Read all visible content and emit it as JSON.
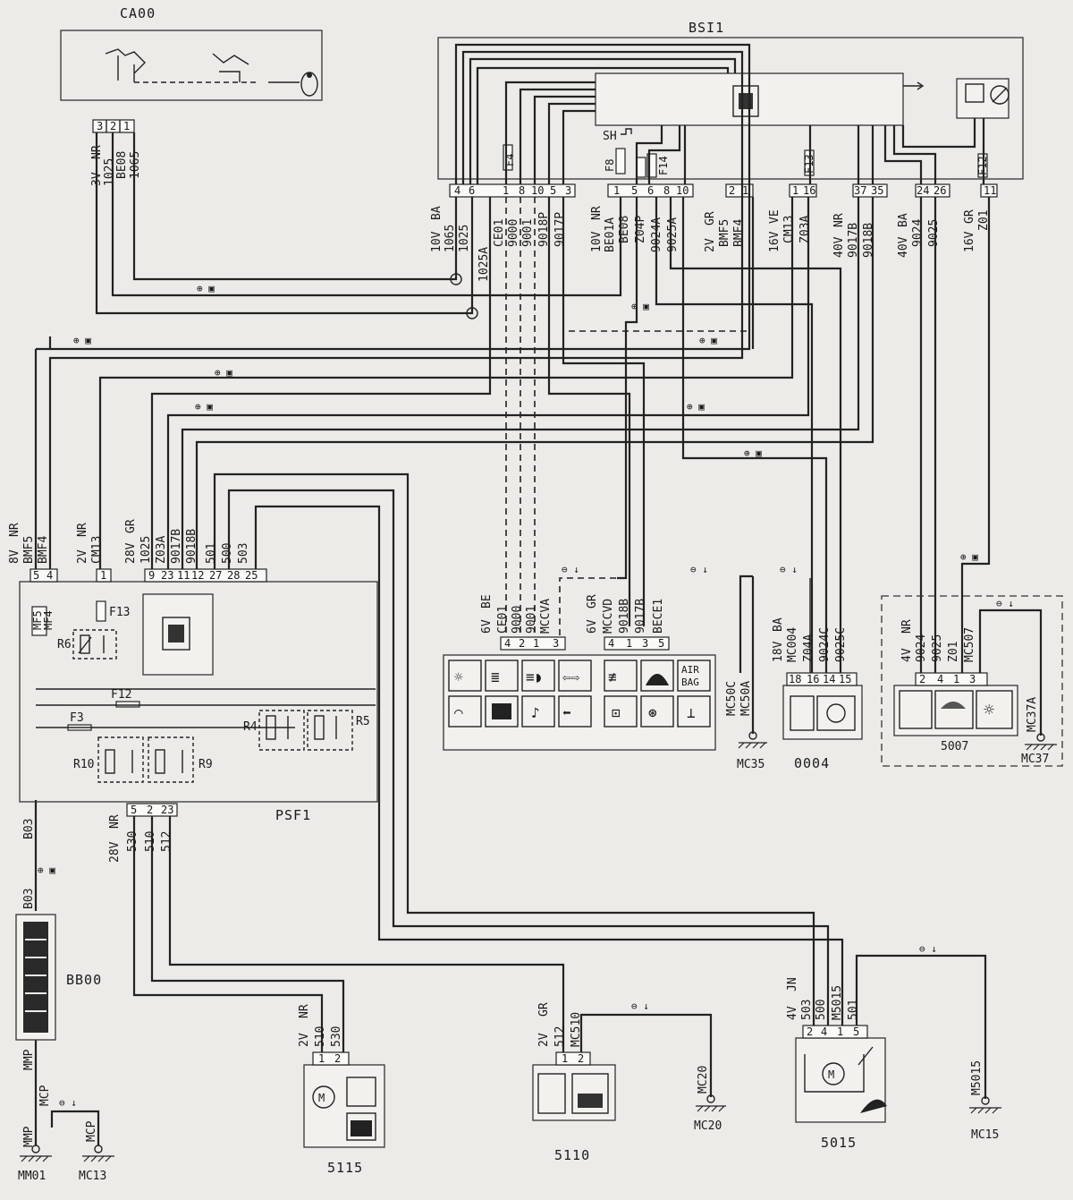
{
  "components": {
    "ca00": "CA00",
    "bsi1": "BSI1",
    "psf1": "PSF1",
    "bb00": "BB00",
    "c0004": "0004",
    "c5007": "5007",
    "c5015": "5015",
    "c5110": "5110",
    "c5115": "5115"
  },
  "connectors": {
    "ca00": {
      "spec": [
        "3V",
        "NR"
      ],
      "pins": [
        "3",
        "2",
        "1"
      ],
      "wires": [
        "1025",
        "BE08",
        "1065"
      ]
    },
    "bsi_left": {
      "spec": [
        "10V",
        "BA"
      ],
      "pins": [
        "4",
        "6",
        "1",
        "8",
        "10",
        "5",
        "3"
      ],
      "wires": [
        "1065",
        "1025",
        "1025A",
        "CE01",
        "9000",
        "9001",
        "9018P",
        "9017P"
      ]
    },
    "bsi_mid": {
      "spec": [
        "10V",
        "NR"
      ],
      "pins": [
        "1",
        "5",
        "6",
        "8",
        "10"
      ],
      "wires": [
        "BE01A",
        "BE08",
        "Z04P",
        "9024A",
        "9025A"
      ]
    },
    "bsi_mid2": {
      "spec": [
        "2V",
        "GR"
      ],
      "pins": [
        "2",
        "1"
      ],
      "wires": [
        "BMF5",
        "BMF4"
      ]
    },
    "bsi_r1": {
      "spec": [
        "16V",
        "VE"
      ],
      "pins": [
        "1",
        "16"
      ],
      "wires": [
        "CM13",
        "Z03A"
      ]
    },
    "bsi_r2": {
      "spec": [
        "40V",
        "NR"
      ],
      "pins": [
        "37",
        "35"
      ],
      "wires": [
        "9017B",
        "9018B"
      ]
    },
    "bsi_r3": {
      "spec": [
        "40V",
        "BA"
      ],
      "pins": [
        "24",
        "26"
      ],
      "wires": [
        "9024",
        "9025"
      ]
    },
    "bsi_r4": {
      "spec": [
        "16V",
        "GR"
      ],
      "pins": [
        "11"
      ],
      "wires": [
        "Z01"
      ]
    },
    "psf_a": {
      "spec": [
        "8V",
        "NR"
      ],
      "pins": [
        "5",
        "4"
      ],
      "wires": [
        "BMF5",
        "BMF4"
      ]
    },
    "psf_b": {
      "spec": [
        "2V",
        "NR"
      ],
      "pins": [
        "1"
      ],
      "wires": [
        "CM13"
      ]
    },
    "psf_c": {
      "spec": [
        "28V",
        "GR"
      ],
      "pins": [
        "9",
        "23",
        "11",
        "12",
        "27",
        "28",
        "25"
      ],
      "wires": [
        "1025",
        "Z03A",
        "9017B",
        "9018B",
        "501",
        "500",
        "503"
      ]
    },
    "psf_bottom": {
      "spec": [
        "28V",
        "NR"
      ],
      "pins": [
        "5",
        "2",
        "23"
      ],
      "wires": [
        "530",
        "510",
        "512"
      ]
    },
    "cluster_a": {
      "spec": [
        "6V",
        "BE"
      ],
      "pins": [
        "4",
        "2",
        "1",
        "3"
      ],
      "wires": [
        "CE01",
        "9000",
        "9001",
        "MCCVA"
      ]
    },
    "cluster_b": {
      "spec": [
        "6V",
        "GR"
      ],
      "pins": [
        "4",
        "1",
        "3",
        "5"
      ],
      "wires": [
        "MCCVD",
        "9018B",
        "9017B",
        "BECE1"
      ]
    },
    "c0004": {
      "spec": [
        "18V",
        "BA"
      ],
      "pins": [
        "18",
        "16",
        "14",
        "15"
      ],
      "wires": [
        "MC004",
        "Z04A",
        "9024C",
        "9025C"
      ]
    },
    "c5007": {
      "spec": [
        "4V",
        "NR"
      ],
      "pins": [
        "2",
        "4",
        "1",
        "3"
      ],
      "wires": [
        "9024",
        "9025",
        "Z01",
        "MC507"
      ]
    },
    "c5015": {
      "spec": [
        "4V",
        "JN"
      ],
      "pins": [
        "2",
        "4",
        "1",
        "5"
      ],
      "wires": [
        "503",
        "500",
        "M5015",
        "501"
      ]
    },
    "c5110": {
      "spec": [
        "2V",
        "GR"
      ],
      "pins": [
        "1",
        "2"
      ],
      "wires": [
        "512",
        "MC510"
      ]
    },
    "c5115": {
      "spec": [
        "2V",
        "NR"
      ],
      "pins": [
        "1",
        "2"
      ],
      "wires": [
        "510",
        "530"
      ]
    }
  },
  "fuses": [
    "F4",
    "F8",
    "F14",
    "F13",
    "F12",
    "F13",
    "F12",
    "F3",
    "MF5",
    "MF4"
  ],
  "relays": [
    "R6",
    "R4",
    "R5",
    "R10",
    "R9"
  ],
  "grounds": [
    "MC35",
    "MC37",
    "MC20",
    "MC15",
    "MM01",
    "MC13"
  ],
  "ground_wires": [
    "MC50C",
    "MC50A",
    "MC37A",
    "MC20",
    "M5015",
    "MMP",
    "MCP",
    "MCP",
    "MMP"
  ],
  "harness": [
    "B03",
    "B03"
  ],
  "cluster_text": [
    "AIR",
    "BAG"
  ],
  "sh_label": "SH"
}
